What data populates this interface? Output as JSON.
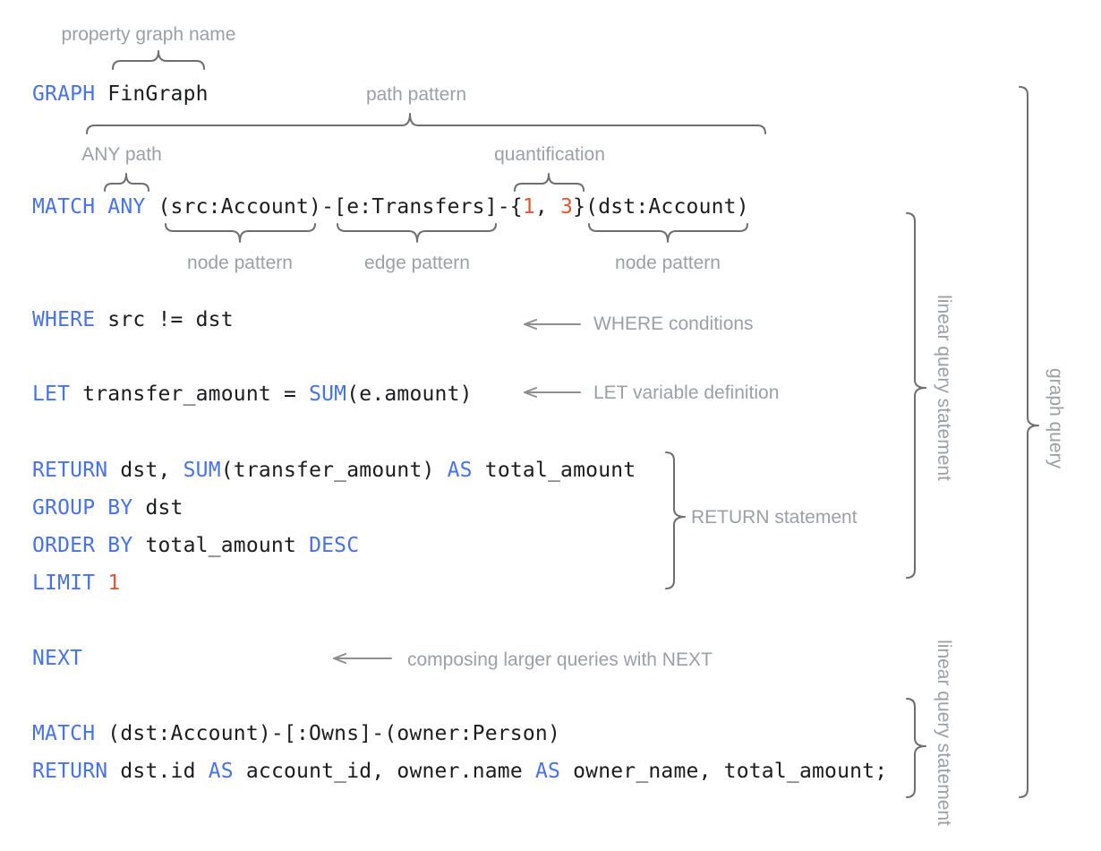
{
  "colors": {
    "keyword_blue": "#4673E6",
    "number_orange": "#E8542F",
    "code_black": "#1a1c1e",
    "label_gray": "#9AA0A6",
    "brace_gray": "#6E6E6E",
    "background": "#FFFFFF"
  },
  "code": {
    "line_graph": {
      "t1": "GRAPH",
      "t2": " FinGraph"
    },
    "line_match1": {
      "t1": "MATCH ANY",
      "t2": " (src:Account)-[e:Transfers]-{",
      "t3": "1",
      "t4": ", ",
      "t5": "3",
      "t6": "}(dst:Account)"
    },
    "line_where": {
      "t1": "WHERE",
      "t2": " src != dst"
    },
    "line_let": {
      "t1": "LET",
      "t2": " transfer_amount = ",
      "t3": "SUM",
      "t4": "(e.amount)"
    },
    "line_return1": {
      "t1": "RETURN",
      "t2": " dst, ",
      "t3": "SUM",
      "t4": "(transfer_amount) ",
      "t5": "AS",
      "t6": " total_amount"
    },
    "line_groupby": {
      "t1": "GROUP BY",
      "t2": " dst"
    },
    "line_orderby": {
      "t1": "ORDER BY",
      "t2": " total_amount ",
      "t3": "DESC"
    },
    "line_limit": {
      "t1": "LIMIT",
      "t2": " ",
      "t3": "1"
    },
    "line_next": {
      "t1": "NEXT"
    },
    "line_match2": {
      "t1": "MATCH",
      "t2": " (dst:Account)-[:Owns]-(owner:Person)"
    },
    "line_return2": {
      "t1": "RETURN",
      "t2": " dst.id ",
      "t3": "AS",
      "t4": " account_id, owner.name ",
      "t5": "AS",
      "t6": " owner_name, total_amount;"
    }
  },
  "annotations": {
    "property_graph_name": "property graph name",
    "path_pattern": "path pattern",
    "any_path": "ANY path",
    "quantification": "quantification",
    "node_pattern_src": "node pattern",
    "edge_pattern": "edge pattern",
    "node_pattern_dst": "node pattern",
    "where_conditions": "WHERE conditions",
    "let_variable_definition": "LET variable definition",
    "return_statement": "RETURN statement",
    "composing_next": "composing larger queries with NEXT",
    "linear_query_statement_1": "linear query statement",
    "graph_query": "graph query",
    "linear_query_statement_2": "linear query statement"
  }
}
